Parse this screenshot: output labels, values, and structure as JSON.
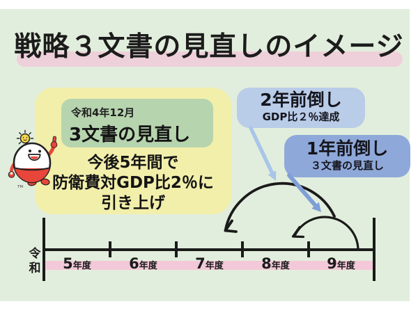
{
  "title": {
    "text": "戦略３文書の見直しのイメージ"
  },
  "note_card": {
    "heading_box": {
      "date": "令和4年12月",
      "heading": "3文書の見直し"
    },
    "body_lines": [
      "今後5年間で",
      "防衛費対GDP比2％に",
      "引き上げ"
    ]
  },
  "callouts": [
    {
      "title": "2年前倒し",
      "subtitle": "GDP比２％達成"
    },
    {
      "title": "1年前倒し",
      "subtitle": "３文書の見直し"
    }
  ],
  "timeline": {
    "era_chars": [
      "令",
      "和"
    ],
    "years": [
      {
        "num": "5",
        "suffix": "年度"
      },
      {
        "num": "6",
        "suffix": "年度"
      },
      {
        "num": "7",
        "suffix": "年度"
      },
      {
        "num": "8",
        "suffix": "年度"
      },
      {
        "num": "9",
        "suffix": "年度"
      }
    ]
  },
  "mascot": {
    "trademark": "TM"
  },
  "colors": {
    "background_panel": "#e2eedd",
    "title_highlight": "#eed0da",
    "note_card": "#f2efab",
    "heading_box": "#b6d4ae",
    "callout_light_blue": "#b9cce8",
    "callout_blue": "#8ea9d9",
    "timeline_band": "#f3c9d9",
    "arrow_light_blue": "#a9c5e9",
    "arrow_blue": "#7f9fd7",
    "mascot_red": "#e8463a",
    "line_black": "#1a1a1a"
  }
}
